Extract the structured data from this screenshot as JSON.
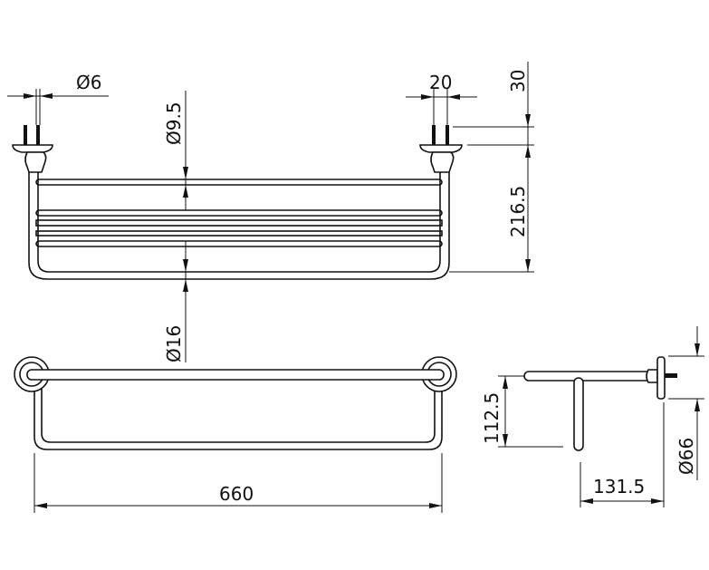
{
  "drawing": {
    "title": "Towel shelf dimension drawing",
    "dimensions": {
      "bolt_diameter": "Ø6",
      "rail_diameter": "Ø9.5",
      "bolt_spacing": "20",
      "bolt_length": "30",
      "height": "216.5",
      "tube_diameter": "Ø16",
      "width": "660",
      "lower_bar_drop": "112.5",
      "depth": "131.5",
      "flange_diameter": "Ø66"
    }
  }
}
